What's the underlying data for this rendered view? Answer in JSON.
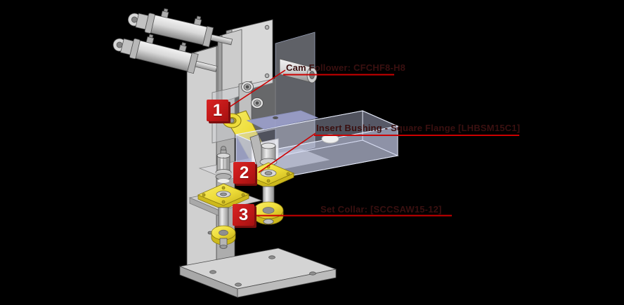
{
  "figure": {
    "type": "technical-callout-diagram",
    "background": "#000000",
    "accent_red": "#cc0000",
    "badge_red": "#c01818",
    "badge_shadow_red": "#7a0e0e",
    "label_color": "#3a1010",
    "highlight_yellow": "#eedd3a"
  },
  "callouts": [
    {
      "number": "1",
      "label": "Cam Follower: CFCHF8-H8"
    },
    {
      "number": "2",
      "label": "Insert Bushing - Square Flange [LHBSM15C1]"
    },
    {
      "number": "3",
      "label": "Set Collar: [SCCSAW15-12]"
    }
  ]
}
